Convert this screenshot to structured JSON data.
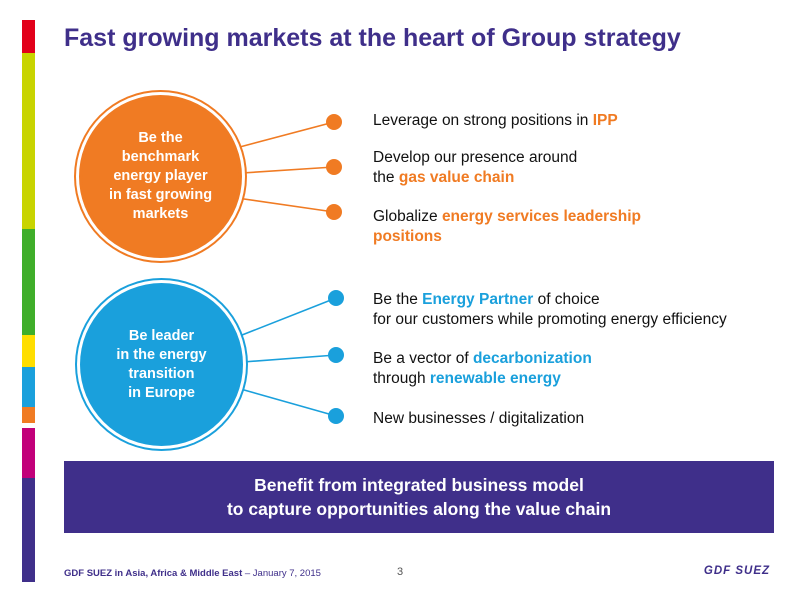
{
  "title": "Fast growing markets at the heart of Group strategy",
  "colors": {
    "brand": "#3f2f8a",
    "orange": "#f07b23",
    "blue": "#1aa0dc",
    "side_bar": [
      "#e2001a",
      "#c8d400",
      "#3fae2a",
      "#ffde00",
      "#1aa0dc",
      "#f07b23",
      "#c2007a",
      "#3f2f8a"
    ]
  },
  "orange_bubble": {
    "lines": [
      "Be the",
      "benchmark",
      "energy player",
      "in fast growing",
      "markets"
    ]
  },
  "blue_bubble": {
    "lines": [
      "Be leader",
      "in the energy",
      "transition",
      "in Europe"
    ]
  },
  "orange_items": [
    {
      "line1_pre": "Leverage on strong positions in ",
      "line1_hl": "IPP",
      "line2_pre": "",
      "line2_hl": ""
    },
    {
      "line1_pre": "Develop our presence around",
      "line1_hl": "",
      "line2_pre": "the ",
      "line2_hl": "gas value chain"
    },
    {
      "line1_pre": "Globalize ",
      "line1_hl": "energy services leadership",
      "line2_pre": "",
      "line2_hl": "positions"
    }
  ],
  "blue_items": [
    {
      "line1_pre": "Be the ",
      "line1_hl": "Energy Partner",
      "line1_post": " of choice",
      "line2_pre": "for our customers while promoting energy efficiency",
      "line2_hl": ""
    },
    {
      "line1_pre": "Be a vector of ",
      "line1_hl": "decarbonization",
      "line1_post": "",
      "line2_pre": "through ",
      "line2_hl": "renewable energy"
    },
    {
      "line1_pre": "New businesses / digitalization",
      "line1_hl": "",
      "line1_post": "",
      "line2_pre": "",
      "line2_hl": ""
    }
  ],
  "banner": {
    "line1": "Benefit from integrated business model",
    "line2": "to capture opportunities along the value chain"
  },
  "footer": {
    "bold": "GDF SUEZ in Asia, Africa & Middle East",
    "rest": " – January 7, 2015"
  },
  "page_number": "3",
  "logo_text": "GDF SUEZ"
}
